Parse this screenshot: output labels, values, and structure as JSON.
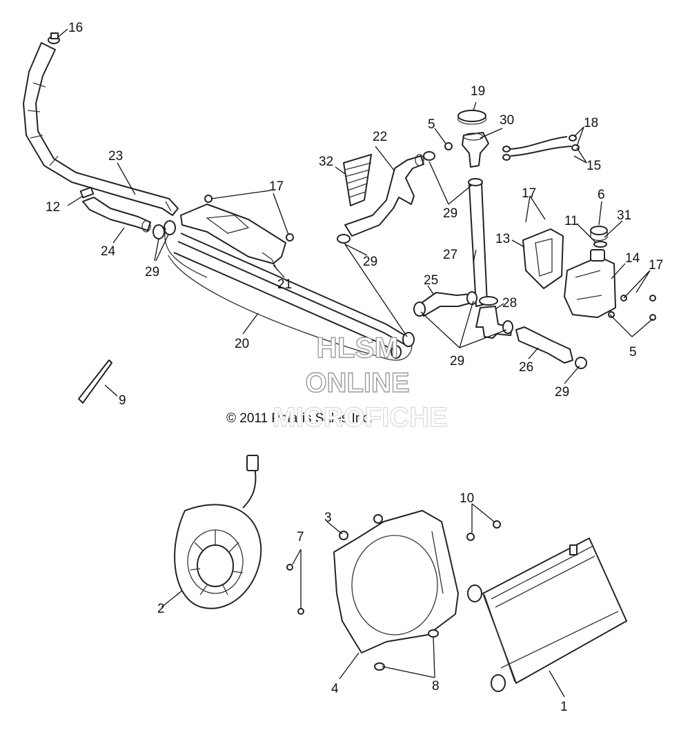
{
  "callouts": [
    "16",
    "23",
    "12",
    "24",
    "29",
    "17",
    "21",
    "20",
    "9",
    "22",
    "32",
    "29",
    "5",
    "19",
    "30",
    "18",
    "15",
    "29",
    "27",
    "17",
    "13",
    "6",
    "11",
    "31",
    "14",
    "17",
    "25",
    "28",
    "29",
    "26",
    "29",
    "5",
    "2",
    "3",
    "7",
    "10",
    "4",
    "8",
    "1"
  ],
  "copyright": "© 2011 Polaris Sales Inc.",
  "watermark": {
    "line1": "HLSM",
    "line2": "ONLINE",
    "line3": "MICROFICHE"
  },
  "colors": {
    "ink": "#222222",
    "watermark_outline": "#9a9a9a",
    "background": "#ffffff"
  }
}
